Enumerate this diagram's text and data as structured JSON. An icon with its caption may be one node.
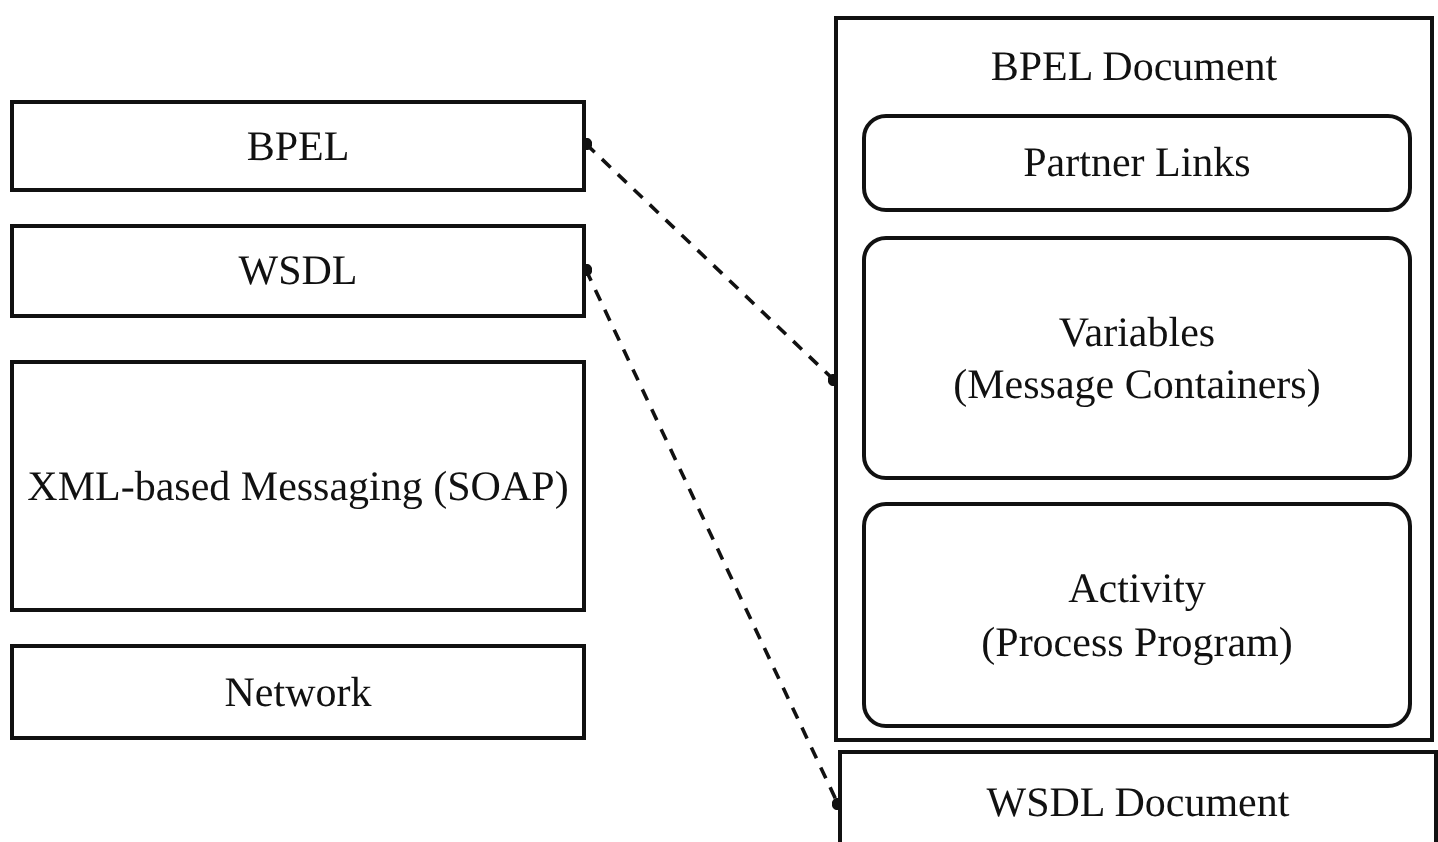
{
  "diagram": {
    "nodes": [
      {
        "text": [
          "BPEL"
        ]
      },
      {
        "text": [
          "WSDL"
        ]
      },
      {
        "text": [
          "XML-based Messaging (SOAP)"
        ]
      },
      {
        "text": [
          "Network"
        ]
      },
      {
        "text": [
          "BPEL Document"
        ]
      },
      {
        "text": [
          "Partner Links"
        ],
        "in": 4
      },
      {
        "text": [
          "Variables",
          "(Message Containers)"
        ],
        "in": 4
      },
      {
        "text": [
          "Activity",
          "(Process Program)"
        ],
        "in": 4
      },
      {
        "text": [
          "WSDL Document"
        ]
      }
    ],
    "edges": [
      {
        "from": 0,
        "to": 4,
        "arrow": "other",
        "style": "dashed"
      },
      {
        "from": 1,
        "to": 8,
        "arrow": "other",
        "style": "dashed"
      }
    ]
  }
}
